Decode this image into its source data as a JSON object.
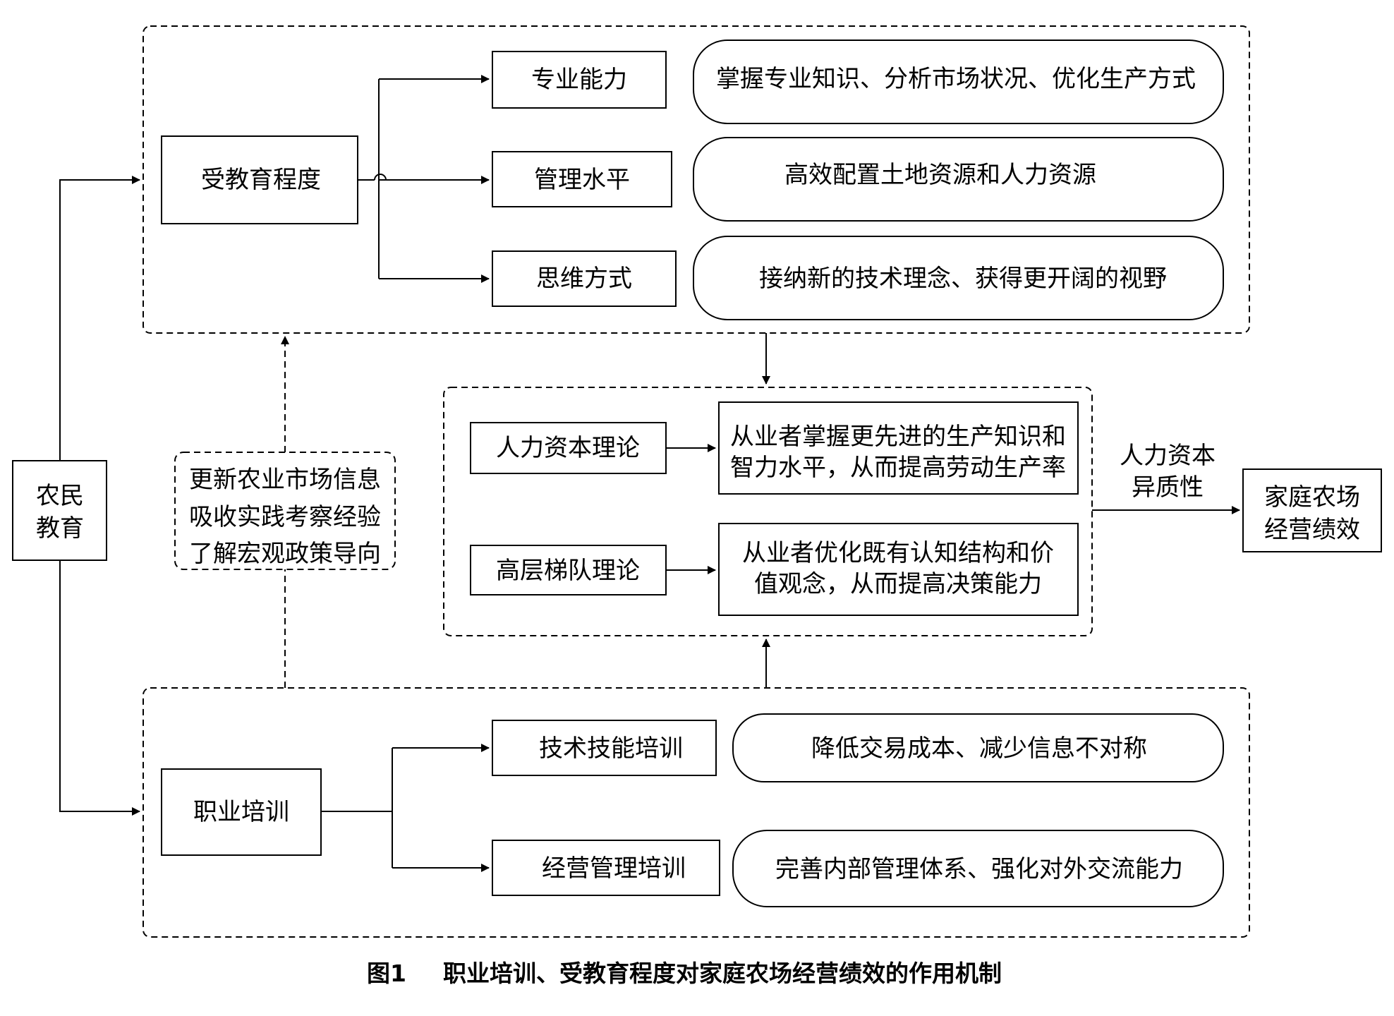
{
  "nodes": {
    "farmer_education": [
      "农民",
      "教育"
    ],
    "education_level": "受教育程度",
    "professional_ability": "专业能力",
    "management_level": "管理水平",
    "thinking_mode": "思维方式",
    "professional_ability_desc": "掌握专业知识、分析市场状况、优化生产方式",
    "management_level_desc": "高效配置土地资源和人力资源",
    "thinking_mode_desc": "接纳新的技术理念、获得更开阔的视野",
    "info_box": [
      "更新农业市场信息",
      "吸收实践考察经验",
      "了解宏观政策导向"
    ],
    "human_capital_theory": "人力资本理论",
    "human_capital_desc": [
      "从业者掌握更先进的生产知识和",
      "智力水平，从而提高劳动生产率"
    ],
    "upper_echelon_theory": "高层梯队理论",
    "upper_echelon_desc": [
      "从业者优化既有认知结构和价",
      "值观念，从而提高决策能力"
    ],
    "heterogeneity_label": [
      "人力资本",
      "异质性"
    ],
    "farm_performance": [
      "家庭农场",
      "经营绩效"
    ],
    "vocational_training": "职业培训",
    "technical_training": "技术技能培训",
    "management_training": "经营管理培训",
    "technical_training_desc": "降低交易成本、减少信息不对称",
    "management_training_desc": "完善内部管理体系、强化对外交流能力"
  },
  "caption": {
    "number": "图1",
    "text": "职业培训、受教育程度对家庭农场经营绩效的作用机制"
  }
}
